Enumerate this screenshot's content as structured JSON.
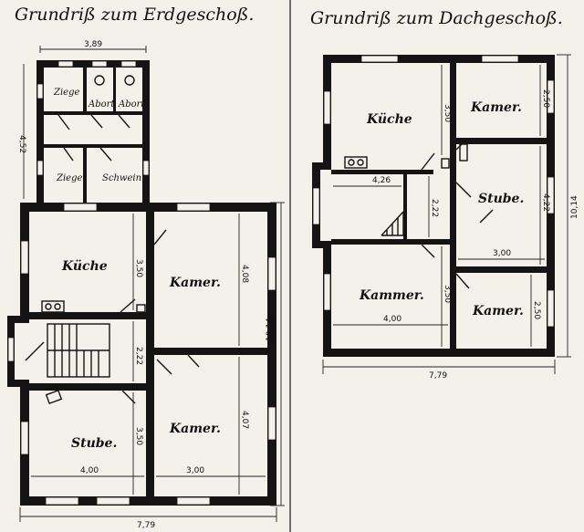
{
  "titles": {
    "left": "Grundriß zum Erdgeschoß.",
    "right": "Grundriß zum Dachgeschoß."
  },
  "ground": {
    "rooms": {
      "ziege1": "Ziege",
      "abort1": "Abort",
      "abort2": "Abort",
      "ziege2": "Ziege",
      "schwein": "Schwein",
      "kueche": "Küche",
      "kamer1": "Kamer.",
      "kamer2": "Kamer.",
      "stube": "Stube."
    },
    "dims": {
      "top_width": "3,89",
      "left_height": "4,52",
      "kueche_h": "3,50",
      "kamer1_h": "4,08",
      "stair_h": "2,22",
      "kamer2_h": "4,07",
      "stube_h": "3,50",
      "stube_w": "4,00",
      "kamer2_w": "3,00",
      "right_height": "10,14",
      "bottom_width": "7,79"
    }
  },
  "attic": {
    "rooms": {
      "kueche": "Küche",
      "kamer1": "Kamer.",
      "stube": "Stube.",
      "kammer": "Kammer.",
      "kamer2": "Kamer."
    },
    "dims": {
      "kueche_h": "3,50",
      "kamer1_h": "2,50",
      "hall_w": "4,26",
      "hall_h": "2,22",
      "stube_h": "4,22",
      "stube_w": "3,00",
      "kammer_h": "3,50",
      "kammer_w": "4,00",
      "kamer2_h": "2,50",
      "right_height": "10,14",
      "bottom_width": "7,79"
    }
  }
}
